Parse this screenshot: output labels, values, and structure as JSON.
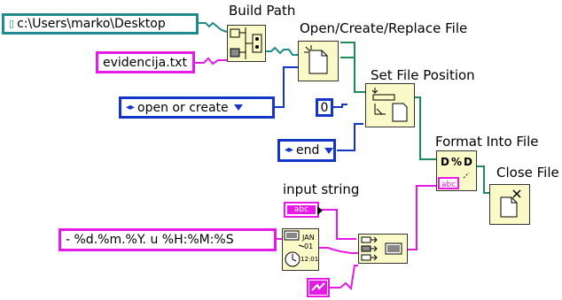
{
  "constants": {
    "path": "c:\\Users\\marko\\Desktop",
    "filename": "evidencija.txt",
    "operation": "open or create",
    "offset": "0",
    "from": "end",
    "format": " - %d.%m.%Y. u %H:%M:%S"
  },
  "labels": {
    "build_path": "Build Path",
    "open_file": "Open/Create/Replace File",
    "set_position": "Set File Position",
    "format_into_file": "Format Into File",
    "close_file": "Close File",
    "input_string": "input string"
  },
  "icons": {
    "format_abc": "abc",
    "time_jan": "JAN",
    "time_01": "01",
    "time_1201": "12:01",
    "fmt_percent": "D % D"
  },
  "colors": {
    "path_wire": "#1e8c8c",
    "string_wire": "#e619e6",
    "enum_wire": "#1436c8",
    "refnum_wire": "#1e8c5a",
    "node_fill": "#fafac8"
  }
}
